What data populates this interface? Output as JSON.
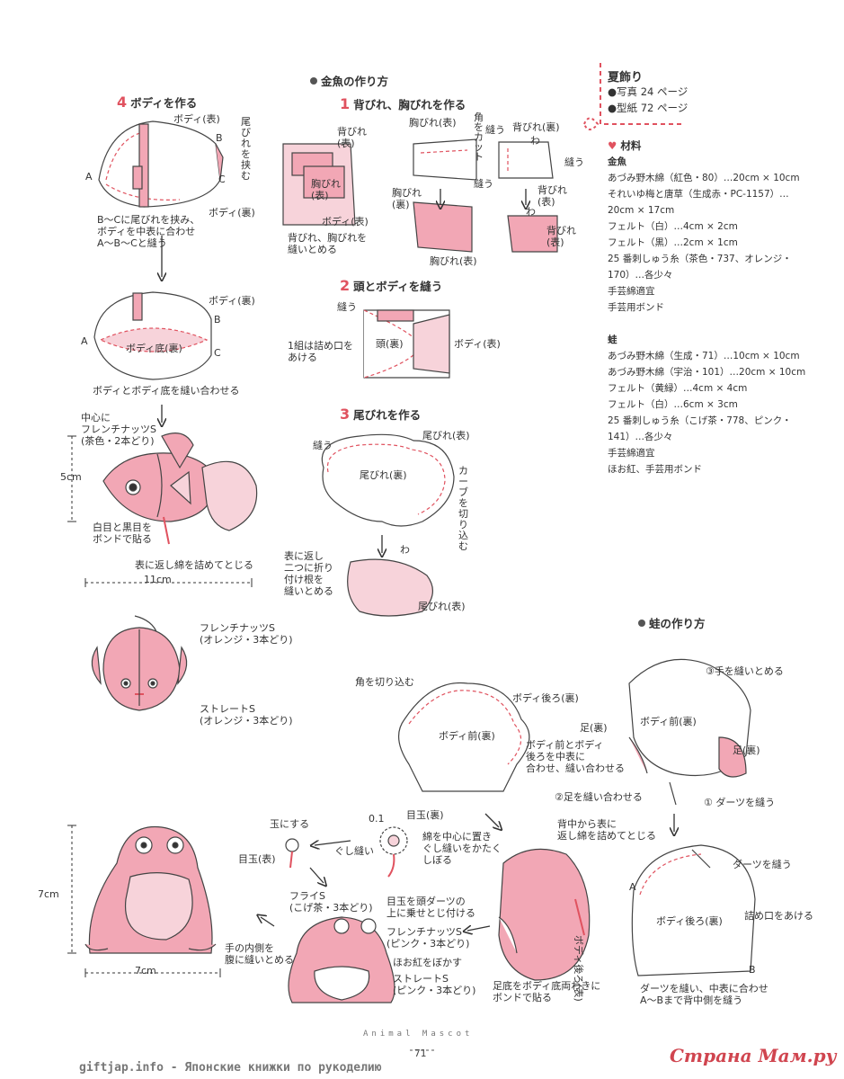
{
  "page": {
    "footer_brand": "Animal Mascot",
    "page_number": "71",
    "watermark_left": "giftjap.info - Японские книжки по рукоделию",
    "watermark_right": "Страна Мам.ру"
  },
  "headers": {
    "goldfish": "金魚の作り方",
    "frog": "蛙の作り方"
  },
  "summer": {
    "title": "夏飾り",
    "photo": "写真 24 ページ",
    "pattern": "型紙 72 ページ"
  },
  "materials": {
    "title": "材料",
    "goldfish_head": "金魚",
    "goldfish": [
      "あづみ野木綿（紅色・80）…20cm × 10cm",
      "それいゆ梅と唐草（生成赤・PC-1157）…",
      "20cm × 17cm",
      "フェルト（白）…4cm × 2cm",
      "フェルト（黒）…2cm × 1cm",
      "25 番刺しゅう糸（茶色・737、オレンジ・",
      "170）…各少々",
      "手芸綿適宜",
      "手芸用ボンド"
    ],
    "frog_head": "蛙",
    "frog": [
      "あづみ野木綿（生成・71）…10cm × 10cm",
      "あづみ野木綿（宇治・101）…20cm × 10cm",
      "フェルト（黄緑）…4cm × 4cm",
      "フェルト（白）…6cm × 3cm",
      "25 番刺しゅう糸（こげ茶・778、ピンク・",
      "141）…各少々",
      "手芸綿適宜",
      "ほお紅、手芸用ボンド"
    ]
  },
  "steps": {
    "s1": {
      "num": "1",
      "title": "背びれ、胸びれを作る"
    },
    "s2": {
      "num": "2",
      "title": "頭とボディを縫う"
    },
    "s3": {
      "num": "3",
      "title": "尾びれを作る"
    },
    "s4": {
      "num": "4",
      "title": "ボディを作る"
    }
  },
  "labels": {
    "s4_body_front": "ボディ(表)",
    "s4_tail_between": "尾\nび\nれ\nを\n挟\nむ",
    "s4_b1": "B",
    "s4_c1": "C",
    "s4_a1": "A",
    "s4_body_back": "ボディ(裏)",
    "s4_note1": "B～Cに尾びれを挟み、\nボディを中表に合わせ\nA～B～Cと縫う",
    "s4_body_back2": "ボディ(裏)",
    "s4_b2": "B",
    "s4_a2": "A",
    "s4_c2": "C",
    "s4_bottom_back": "ボディ底(裏)",
    "s4_note2": "ボディとボディ底を縫い合わせる",
    "s4_french_knot": "中心に\nフレンチナッツS\n(茶色・2本どり)",
    "s4_5cm": "5cm",
    "s4_eyes": "白目と黒目を\nボンドで貼る",
    "s4_stuff": "表に返し綿を詰めてとじる",
    "s4_11cm": "11cm",
    "s4_french_orange": "フレンチナッツS\n(オレンジ・3本どり)",
    "s4_straight_orange": "ストレートS\n(オレンジ・3本どり)",
    "s1_dorsal_front": "背びれ\n(表)",
    "s1_pectoral_front": "胸びれ\n(表)",
    "s1_body_front": "ボディ(表)",
    "s1_note": "背びれ、胸びれを\n縫いとめる",
    "s1_pectoral_top": "胸びれ(表)",
    "s1_cut_corner": "角\nを\nカ\nッ\nト",
    "s1_sew_a": "縫う",
    "s1_pectoral_back": "胸びれ\n(裏)",
    "s1_pectoral_bottom": "胸びれ(表)",
    "s1_dorsal_back": "背びれ(裏)",
    "s1_wa1": "わ",
    "s1_sew_b": "縫う",
    "s1_sew_c": "縫う",
    "s1_dorsal_front2": "背びれ\n(表)",
    "s1_wa2": "わ",
    "s1_dorsal_front3": "背びれ\n(表)",
    "s2_sew": "縫う",
    "s2_note": "1組は詰め口を\nあける",
    "s2_head_back": "頭(裏)",
    "s2_body_front": "ボディ(表)",
    "s3_sew": "縫う",
    "s3_tail_front": "尾びれ(表)",
    "s3_tail_back": "尾びれ(裏)",
    "s3_clip": "カ\nー\nブ\nを\n切\nり\n込\nむ",
    "s3_wa": "わ",
    "s3_note": "表に返し\n二つに折り\n付け根を\n縫いとめる",
    "s3_tail_front2": "尾びれ(表)",
    "f_cut_corner": "角を切り込む",
    "f_body_back_back": "ボディ後ろ(裏)",
    "f_body_front_back": "ボディ前(裏)",
    "f_note1": "ボディ前とボディ\n後ろを中表に\n合わせ、縫い合わせる",
    "f_step3": "③手を縫いとめる",
    "f_leg_back1": "足(裏)",
    "f_body_front_back2": "ボディ前(裏)",
    "f_leg_back2": "足(裏)",
    "f_step2": "②足を縫い合わせる",
    "f_step1": "① ダーツを縫う",
    "f_01": "0.1",
    "f_eye_back": "目玉(裏)",
    "f_ball": "玉にする",
    "f_gather": "ぐし縫い",
    "f_cotton_note": "綿を中心に置き\nぐし縫いをかたく\nしぼる",
    "f_eye_front": "目玉(表)",
    "f_stuff_back": "背中から表に\n返し綿を詰めてとじる",
    "f_dart_sew": "ダーツを縫う",
    "f_fly": "フライS\n(こげ茶・3本どり)",
    "f_eye_head": "目玉を頭ダーツの\n上に乗せとじ付ける",
    "f_french_pink": "フレンチナッツS\n(ピンク・3本どり)",
    "f_blush": "ほお紅をぼかす",
    "f_straight_pink": "ストレートS\n(ピンク・3本どり)",
    "f_hand_sew": "手の内側を\n腹に縫いとめる",
    "f_7cm_v": "7cm",
    "f_7cm_h": "7cm",
    "f_feet_glue": "足底をボディ底両わきに\nボンドで貼る",
    "f_body_back_label": "ボディ後ろ(表)",
    "f_body_back_back2": "ボディ後ろ(裏)",
    "f_open": "詰め口をあける",
    "f_a": "A",
    "f_b": "B",
    "f_note_final": "ダーツを縫い、中表に合わせ\nA～Bまで背中側を縫う"
  },
  "colors": {
    "accent": "#e0525f",
    "pink": "#f2a7b5",
    "pink_light": "#f7d3da",
    "line": "#444444"
  }
}
